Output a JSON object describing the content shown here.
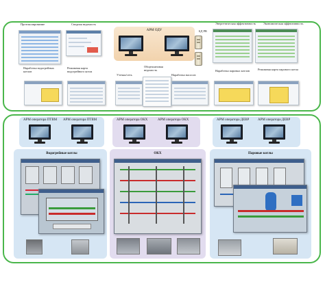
{
  "top": {
    "thumbs": [
      {
        "label": "Протоколирование"
      },
      {
        "label": "Сводная ведомость"
      },
      {
        "label": "Энергетическая эффективность"
      },
      {
        "label": "Экономическая эффективность"
      },
      {
        "label": "Наработка водогрейных котлов"
      },
      {
        "label": "Режимная карта водогрейного котла"
      },
      {
        "label": "Утечки/сеть"
      },
      {
        "label": "Общеплановая ведомость"
      },
      {
        "label": "Наработка насосов"
      },
      {
        "label": "Наработка паровых котлов"
      },
      {
        "label": "Режимная карта парового котла"
      }
    ],
    "center": {
      "arm_label": "АРМ ОДУ",
      "server_label": "БД РВ"
    }
  },
  "groups": [
    {
      "arm1": "АРМ оператора ПТВМ",
      "arm2": "АРМ оператора ПТВМ",
      "title": "Водогрейные котлы"
    },
    {
      "arm1": "АРМ оператора ОКХ",
      "arm2": "АРМ оператора ОКХ",
      "title": "ОКХ"
    },
    {
      "arm1": "АРМ оператора ДЕВР",
      "arm2": "АРМ оператора ДЕВР",
      "title": "Паровые котлы"
    }
  ],
  "colors": {
    "frame": "#49b64a",
    "panel_left": "#d6e6f4",
    "panel_mid": "#e2dcef",
    "panel_right": "#d6e6f4"
  }
}
